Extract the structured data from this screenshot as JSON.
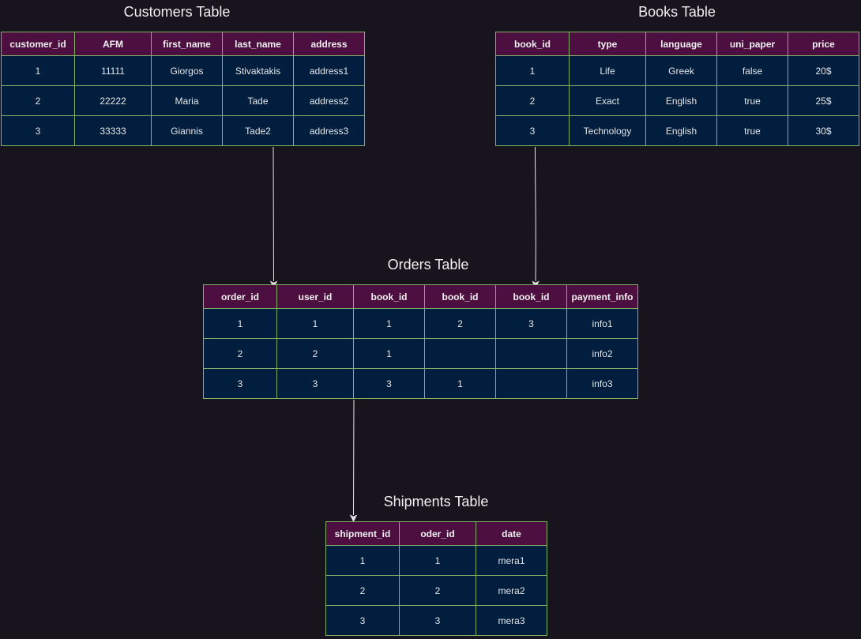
{
  "customers": {
    "title": "Customers Table",
    "headers": [
      "customer_id",
      "AFM",
      "first_name",
      "last_name",
      "address"
    ],
    "rows": [
      [
        "1",
        "11111",
        "Giorgos",
        "Stivaktakis",
        "address1"
      ],
      [
        "2",
        "22222",
        "Maria",
        "Tade",
        "address2"
      ],
      [
        "3",
        "33333",
        "Giannis",
        "Tade2",
        "address3"
      ]
    ]
  },
  "books": {
    "title": "Books Table",
    "headers": [
      "book_id",
      "type",
      "language",
      "uni_paper",
      "price"
    ],
    "rows": [
      [
        "1",
        "Life",
        "Greek",
        "false",
        "20$"
      ],
      [
        "2",
        "Exact",
        "English",
        "true",
        "25$"
      ],
      [
        "3",
        "Technology",
        "English",
        "true",
        "30$"
      ]
    ]
  },
  "orders": {
    "title": "Orders Table",
    "headers": [
      "order_id",
      "user_id",
      "book_id",
      "book_id",
      "book_id",
      "payment_info"
    ],
    "rows": [
      [
        "1",
        "1",
        "1",
        "2",
        "3",
        "info1"
      ],
      [
        "2",
        "2",
        "1",
        "",
        "",
        "info2"
      ],
      [
        "3",
        "3",
        "3",
        "1",
        "",
        "info3"
      ]
    ]
  },
  "shipments": {
    "title": "Shipments Table",
    "headers": [
      "shipment_id",
      "oder_id",
      "date"
    ],
    "rows": [
      [
        "1",
        "1",
        "mera1"
      ],
      [
        "2",
        "2",
        "mera2"
      ],
      [
        "3",
        "3",
        "mera3"
      ]
    ]
  },
  "colors": {
    "background": "#18141d",
    "header_fill": "#4d0f3f",
    "cell_fill": "#011e3f",
    "border": "#82b366",
    "connector": "#e6e6e6"
  }
}
